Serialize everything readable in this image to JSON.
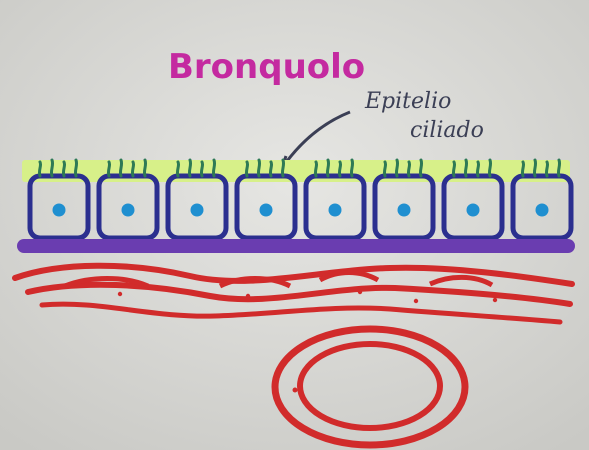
{
  "title": "Bronquolo",
  "label": {
    "line1": "Epitelio",
    "line2": "ciliado"
  },
  "colors": {
    "paper": "#d9d9d6",
    "title": "#c42aa0",
    "cilia_band": "#d7f089",
    "cell_outline": "#2b2f8f",
    "nucleus": "#1f8fd0",
    "cilia": "#2e7a55",
    "basement_membrane": "#6a3db0",
    "tissue_red": "#d12b2b",
    "arrow": "#3b3f55"
  },
  "icons": [
    "arrow-icon"
  ]
}
